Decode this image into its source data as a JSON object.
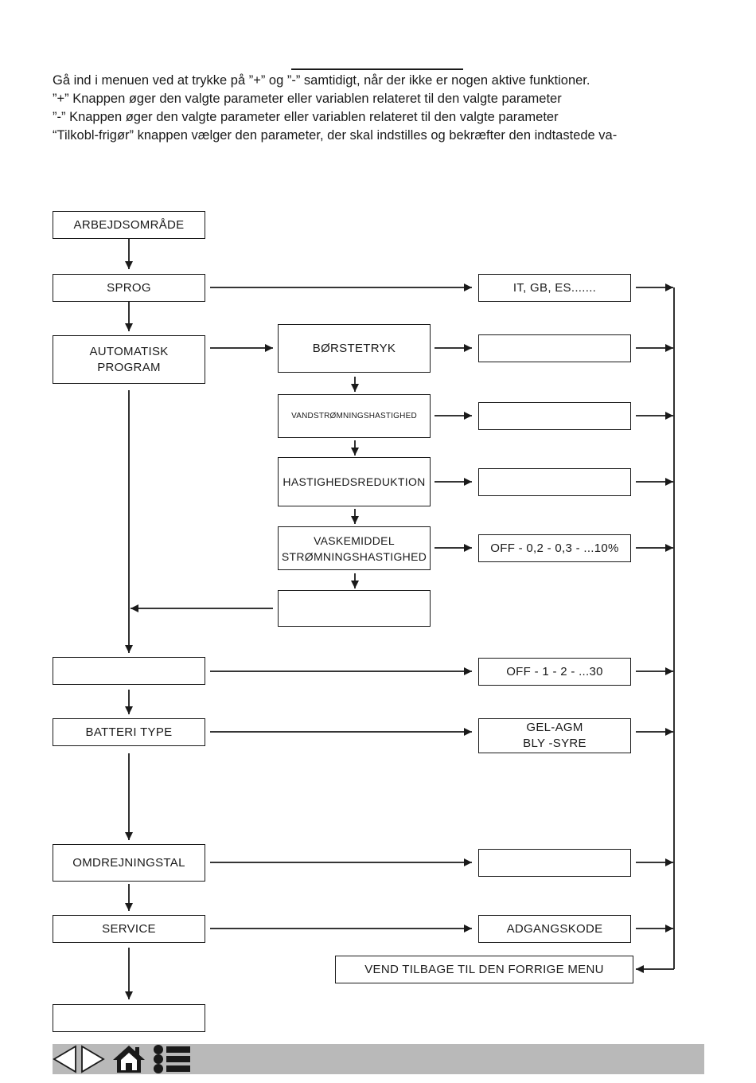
{
  "intro": {
    "lines": [
      "Gå ind i menuen ved at trykke på ”+” og ”-” samtidigt, når der ikke er nogen aktive funktioner.",
      "”+” Knappen øger den valgte parameter eller variablen relateret til den valgte parameter",
      "”-” Knappen øger den valgte parameter eller variablen relateret til den valgte parameter",
      "“Tilkobl-frigør” knappen vælger den parameter, der skal indstilles og bekræfter den indtastede va-"
    ]
  },
  "flow": {
    "left": {
      "arbejdsomraade": "ARBEJDSOMRÅDE",
      "sprog": "SPROG",
      "automatisk": "AUTOMATISK\nPROGRAM",
      "blank1": "",
      "batteri": "BATTERI TYPE",
      "omdrejning": "OMDREJNINGSTAL",
      "service": "SERVICE",
      "blank2": ""
    },
    "middle": {
      "borstetryk": "BØRSTETRYK",
      "vandstromning": "VANDSTRØMNINGSHASTIGHED",
      "hastighed": "HASTIGHEDSREDUKTION",
      "vaskemiddel": "VASKEMIDDEL\nSTRØMNINGSHASTIGHED",
      "blank": ""
    },
    "right": {
      "sprog_val": "IT, GB, ES.......",
      "borstetryk_val": "",
      "vand_val": "",
      "hastighed_val": "",
      "vaskemiddel_val": "OFF - 0,2 - 0,3 - ...10%",
      "blank1_val": "OFF - 1 - 2 - ...30",
      "batteri_val": "GEL-AGM\nBLY -SYRE",
      "omdrejning_val": "",
      "service_val": "ADGANGSKODE"
    },
    "back": "VEND TILBAGE TIL DEN FORRIGE MENU"
  },
  "footer": {
    "icons": [
      "prev-page-icon",
      "next-page-icon",
      "home-icon",
      "list-menu-icon"
    ],
    "bar_color": "#b9b9b9"
  }
}
